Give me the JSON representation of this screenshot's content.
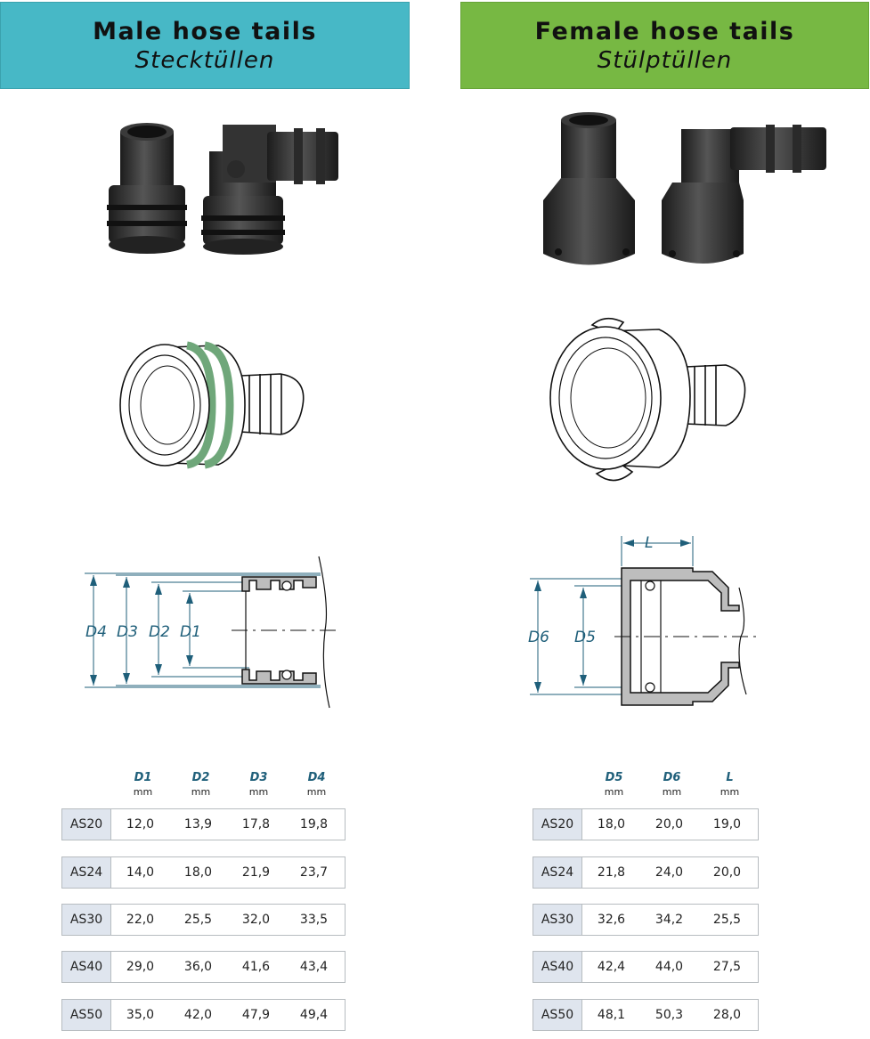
{
  "male": {
    "title": "Male hose tails",
    "subtitle": "Stecktüllen",
    "dims": {
      "d4": "D4",
      "d3": "D3",
      "d2": "D2",
      "d1": "D1"
    },
    "columns": [
      {
        "label": "D1",
        "unit": "mm"
      },
      {
        "label": "D2",
        "unit": "mm"
      },
      {
        "label": "D3",
        "unit": "mm"
      },
      {
        "label": "D4",
        "unit": "mm"
      }
    ],
    "rows": [
      {
        "code": "AS20",
        "values": [
          "12,0",
          "13,9",
          "17,8",
          "19,8"
        ]
      },
      {
        "code": "AS24",
        "values": [
          "14,0",
          "18,0",
          "21,9",
          "23,7"
        ]
      },
      {
        "code": "AS30",
        "values": [
          "22,0",
          "25,5",
          "32,0",
          "33,5"
        ]
      },
      {
        "code": "AS40",
        "values": [
          "29,0",
          "36,0",
          "41,6",
          "43,4"
        ]
      },
      {
        "code": "AS50",
        "values": [
          "35,0",
          "42,0",
          "47,9",
          "49,4"
        ]
      }
    ]
  },
  "female": {
    "title": "Female hose tails",
    "subtitle": "Stülptüllen",
    "dims": {
      "d6": "D6",
      "d5": "D5",
      "l": "L"
    },
    "columns": [
      {
        "label": "D5",
        "unit": "mm"
      },
      {
        "label": "D6",
        "unit": "mm"
      },
      {
        "label": "L",
        "unit": "mm"
      }
    ],
    "rows": [
      {
        "code": "AS20",
        "values": [
          "18,0",
          "20,0",
          "19,0"
        ]
      },
      {
        "code": "AS24",
        "values": [
          "21,8",
          "24,0",
          "20,0"
        ]
      },
      {
        "code": "AS30",
        "values": [
          "32,6",
          "34,2",
          "25,5"
        ]
      },
      {
        "code": "AS40",
        "values": [
          "42,4",
          "44,0",
          "27,5"
        ]
      },
      {
        "code": "AS50",
        "values": [
          "48,1",
          "50,3",
          "28,0"
        ]
      }
    ]
  },
  "colors": {
    "male_header": "#47b8c6",
    "female_header": "#77b843",
    "dimension_line": "#1f5f7a",
    "seal_ring": "#6fa77a",
    "code_cell": "#dfe5ee"
  }
}
